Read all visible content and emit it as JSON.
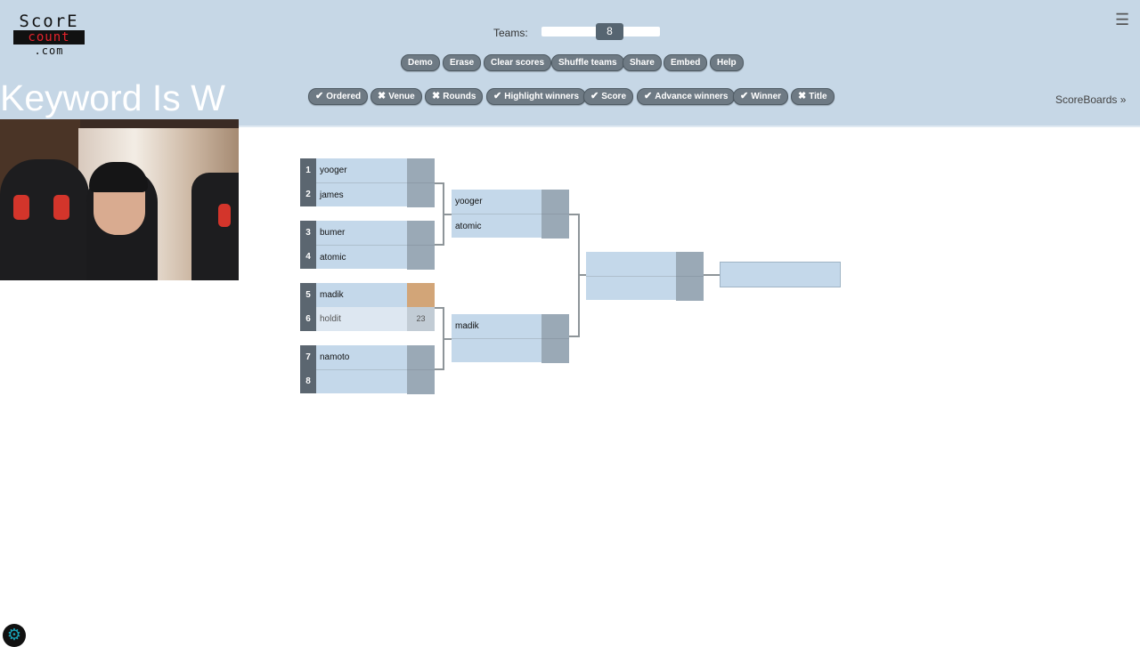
{
  "logo": {
    "line1": "ScorE",
    "line2": "count",
    "line3": ".com"
  },
  "overlay_text": "Keyword Is W",
  "teams": {
    "label": "Teams:",
    "value": "8"
  },
  "top_buttons": [
    {
      "label": "Demo"
    },
    {
      "label": "Erase"
    },
    {
      "label": "Clear scores"
    },
    {
      "label": "Shuffle teams"
    },
    {
      "label": "Share"
    },
    {
      "label": "Embed"
    },
    {
      "label": "Help"
    }
  ],
  "toggle_buttons": [
    {
      "label": "Ordered",
      "icon": "check-icon",
      "symbol": "✔"
    },
    {
      "label": "Venue",
      "icon": "x-icon",
      "symbol": "✖"
    },
    {
      "label": "Rounds",
      "icon": "x-icon",
      "symbol": "✖"
    },
    {
      "label": "Highlight winners",
      "icon": "check-icon",
      "symbol": "✔"
    },
    {
      "label": "Score",
      "icon": "check-icon",
      "symbol": "✔"
    },
    {
      "label": "Advance winners",
      "icon": "check-icon",
      "symbol": "✔"
    },
    {
      "label": "Winner",
      "icon": "check-icon",
      "symbol": "✔"
    },
    {
      "label": "Title",
      "icon": "x-icon",
      "symbol": "✖"
    }
  ],
  "scoreboards_link": "ScoreBoards »",
  "menu_icon": "☰",
  "settings_icon": "⚙",
  "bracket": {
    "round1": [
      {
        "seed": "1",
        "name": "yooger",
        "score": ""
      },
      {
        "seed": "2",
        "name": "james",
        "score": ""
      },
      {
        "seed": "3",
        "name": "bumer",
        "score": ""
      },
      {
        "seed": "4",
        "name": "atomic",
        "score": ""
      },
      {
        "seed": "5",
        "name": "madik",
        "score": ""
      },
      {
        "seed": "6",
        "name": "holdit",
        "score": "23"
      },
      {
        "seed": "7",
        "name": "namoto",
        "score": ""
      },
      {
        "seed": "8",
        "name": "",
        "score": ""
      }
    ],
    "round2": [
      {
        "name": "yooger"
      },
      {
        "name": "atomic"
      },
      {
        "name": "madik"
      },
      {
        "name": ""
      }
    ],
    "round3": [
      {
        "name": ""
      },
      {
        "name": ""
      }
    ],
    "winner": {
      "name": ""
    }
  }
}
